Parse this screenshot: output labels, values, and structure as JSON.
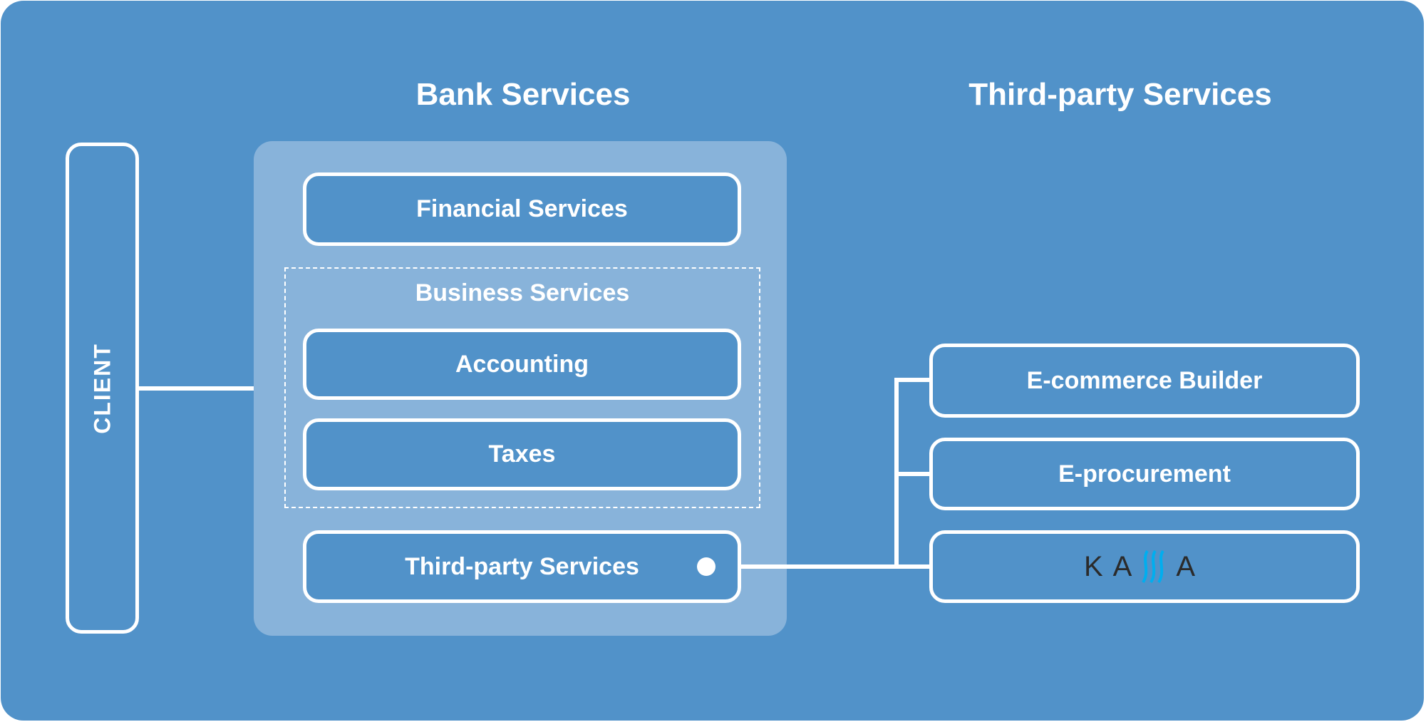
{
  "titles": {
    "bank": "Bank Services",
    "third_party": "Third-party Services"
  },
  "client": {
    "label": "CLIENT"
  },
  "bank": {
    "financial": "Financial Services",
    "business_group": {
      "label": "Business Services",
      "items": [
        "Accounting",
        "Taxes"
      ]
    },
    "third_party": "Third-party Services"
  },
  "third_party": {
    "items": [
      "E-commerce Builder",
      "E-procurement"
    ],
    "kassa_logo": "KASSA"
  },
  "colors": {
    "background": "#5192C9",
    "panel": "#88B3DA",
    "kassa_accent": "#00AEEF"
  }
}
